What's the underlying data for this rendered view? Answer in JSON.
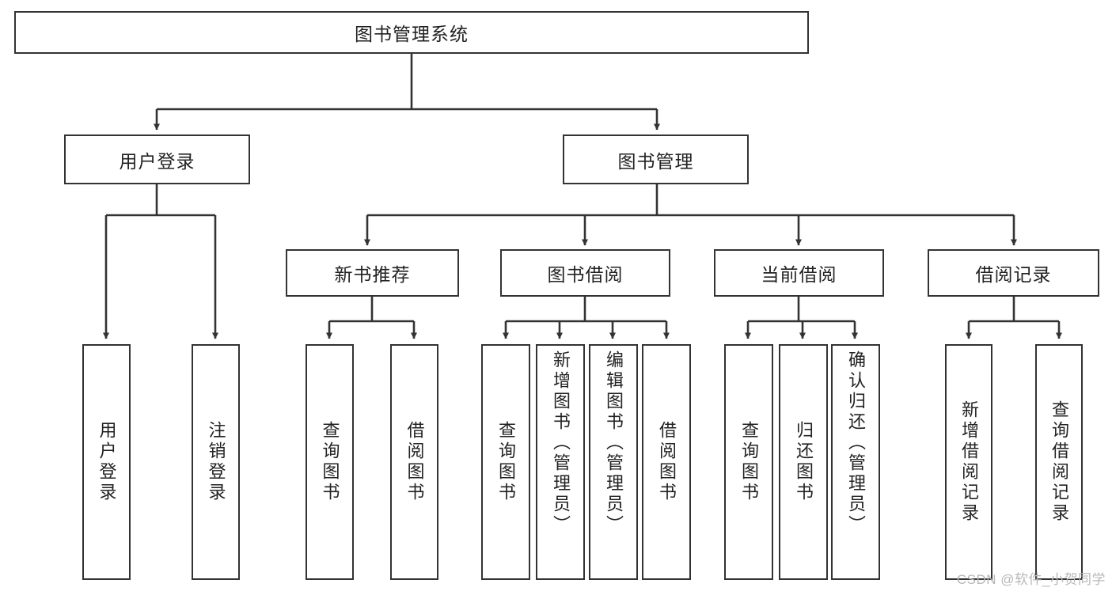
{
  "diagram": {
    "title": "图书管理系统",
    "type": "tree-hierarchy",
    "watermark": "CSDN @软件_小贺同学",
    "colors": {
      "stroke": "#333333",
      "fill": "#ffffff",
      "text": "#222222",
      "watermark": "#b8b8b8"
    },
    "levels": {
      "root": {
        "label": "图书管理系统"
      },
      "level2": [
        {
          "label": "用户登录"
        },
        {
          "label": "图书管理"
        }
      ],
      "level3": [
        {
          "label": "新书推荐"
        },
        {
          "label": "图书借阅"
        },
        {
          "label": "当前借阅"
        },
        {
          "label": "借阅记录"
        }
      ],
      "leaves": {
        "user_login": [
          {
            "label": "用户登录"
          },
          {
            "label": "注销登录"
          }
        ],
        "new_book_recommend": [
          {
            "label": "查询图书"
          },
          {
            "label": "借阅图书"
          }
        ],
        "book_borrow": [
          {
            "label": "查询图书"
          },
          {
            "label": "新增图书（管理员）"
          },
          {
            "label": "编辑图书（管理员）"
          },
          {
            "label": "借阅图书"
          }
        ],
        "current_borrow": [
          {
            "label": "查询图书"
          },
          {
            "label": "归还图书"
          },
          {
            "label": "确认归还（管理员）"
          }
        ],
        "borrow_record": [
          {
            "label": "新增借阅记录"
          },
          {
            "label": "查询借阅记录"
          }
        ]
      }
    }
  }
}
